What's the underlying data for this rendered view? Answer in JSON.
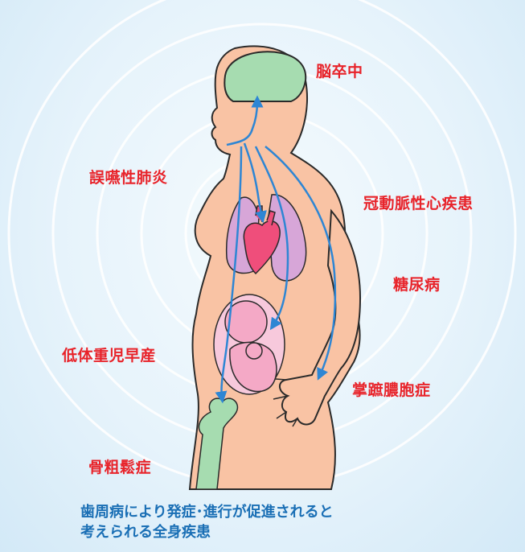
{
  "labels": {
    "stroke": "脳卒中",
    "aspiration_pneumonia": "誤嚥性肺炎",
    "coronary_heart_disease": "冠動脈性心疾患",
    "diabetes": "糖尿病",
    "low_birth_weight": "低体重児早産",
    "palmoplantar_pustulosis": "掌蹠膿胞症",
    "osteoporosis": "骨粗鬆症"
  },
  "caption": {
    "line1": "歯周病により発症･進行が促進されると",
    "line2": "考えられる全身疾患"
  },
  "colors": {
    "label": "#e8232a",
    "caption": "#1a6fb5",
    "skin": "#f9c3a4",
    "outline": "#2a2a2a",
    "brain": "#a6dcb0",
    "lungs": "#d7a6d8",
    "heart": "#ef4e7b",
    "fetus": "#f4a9c6",
    "bone": "#a6dcb0",
    "arrow": "#2e86d4",
    "rings": "#c5e2f4"
  }
}
